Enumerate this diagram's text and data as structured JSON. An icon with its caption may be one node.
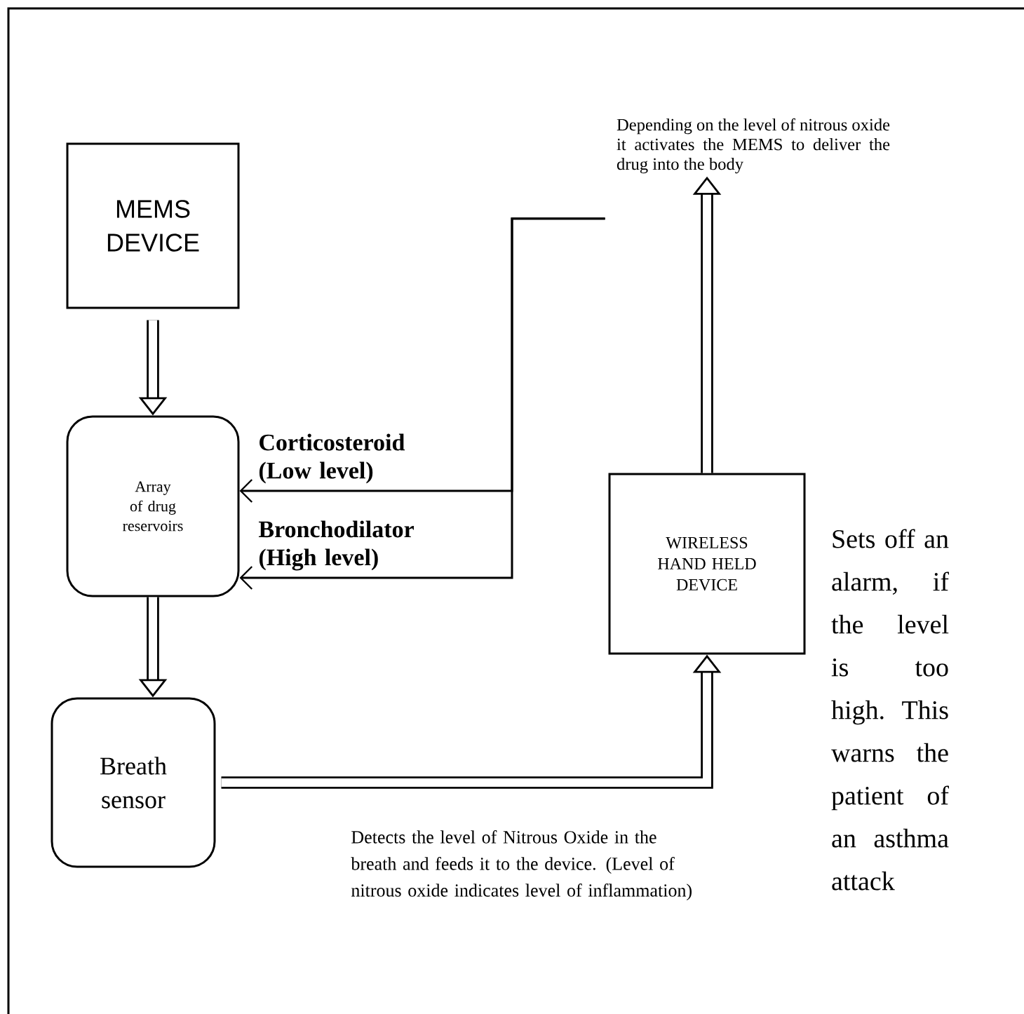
{
  "diagram": {
    "nodes": [
      {
        "text": [
          "MEMS DEVICE"
        ]
      },
      {
        "text": [
          "Array of drug reservoirs"
        ]
      },
      {
        "text": [
          "Breath sensor"
        ]
      },
      {
        "text": [
          "WIRELESS HAND HELD DEVICE"
        ],
        "beside": [
          "Sets off an alarm, if the level is too high. This warns the patient of an asthma attack"
        ]
      },
      {
        "text": [
          "Depending on the level of nitrous oxide it activates the MEMS to deliver the drug into the body"
        ]
      }
    ],
    "edges": [
      {
        "from": 0,
        "to": 1,
        "arrow": "to"
      },
      {
        "from": 1,
        "to": 2,
        "arrow": "to"
      },
      {
        "from": 2,
        "to": 3,
        "arrow": "to",
        "label": "Detects the level of Nitrous Oxide in the breath and feeds it to the device. (Level of nitrous oxide indicates level of inflammation)"
      },
      {
        "from": 3,
        "to": 4,
        "arrow": "to"
      },
      {
        "from": 4,
        "to": 1,
        "arrow": "to",
        "label": "Corticosteroid (Low level)"
      },
      {
        "from": 4,
        "to": 1,
        "arrow": "to",
        "label": "Bronchodilator (High level)"
      }
    ]
  }
}
